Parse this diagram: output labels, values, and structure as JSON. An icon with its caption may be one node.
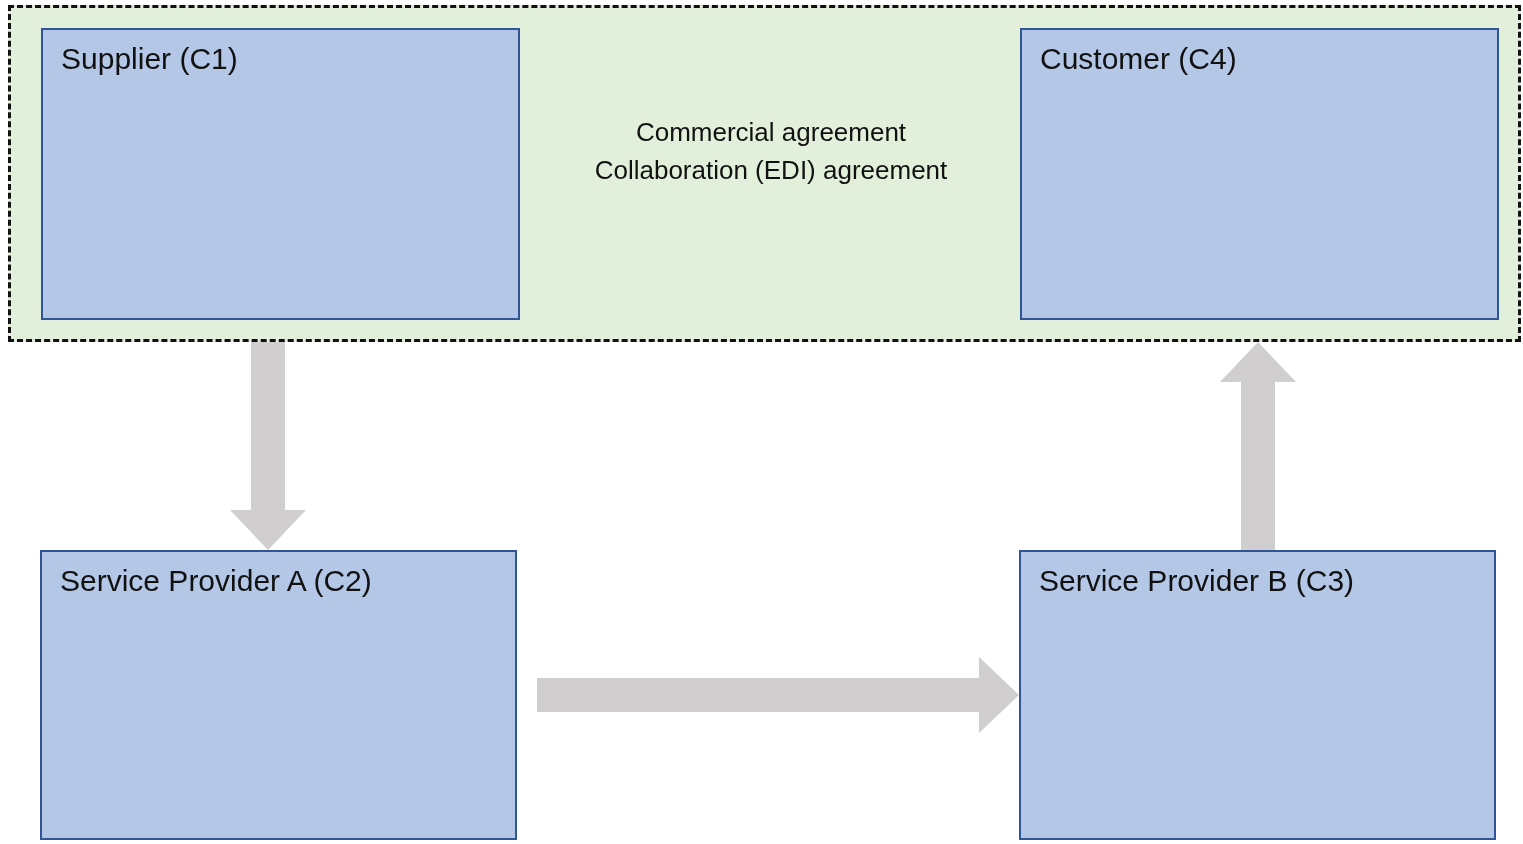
{
  "diagram": {
    "nodes": [
      {
        "text": [
          "Commercial agreement",
          "Collaboration (EDI) agreement"
        ]
      },
      {
        "text": [
          "Supplier (C1)"
        ],
        "in": 0
      },
      {
        "text": [
          "Customer (C4)"
        ],
        "in": 0
      },
      {
        "text": [
          "Service Provider A (C2)"
        ]
      },
      {
        "text": [
          "Service Provider B (C3)"
        ]
      }
    ],
    "edges": [
      {
        "from": 0,
        "to": 3,
        "arrow": "to"
      },
      {
        "from": 3,
        "to": 4,
        "arrow": "to"
      },
      {
        "from": 4,
        "to": 0,
        "arrow": "to"
      }
    ]
  }
}
